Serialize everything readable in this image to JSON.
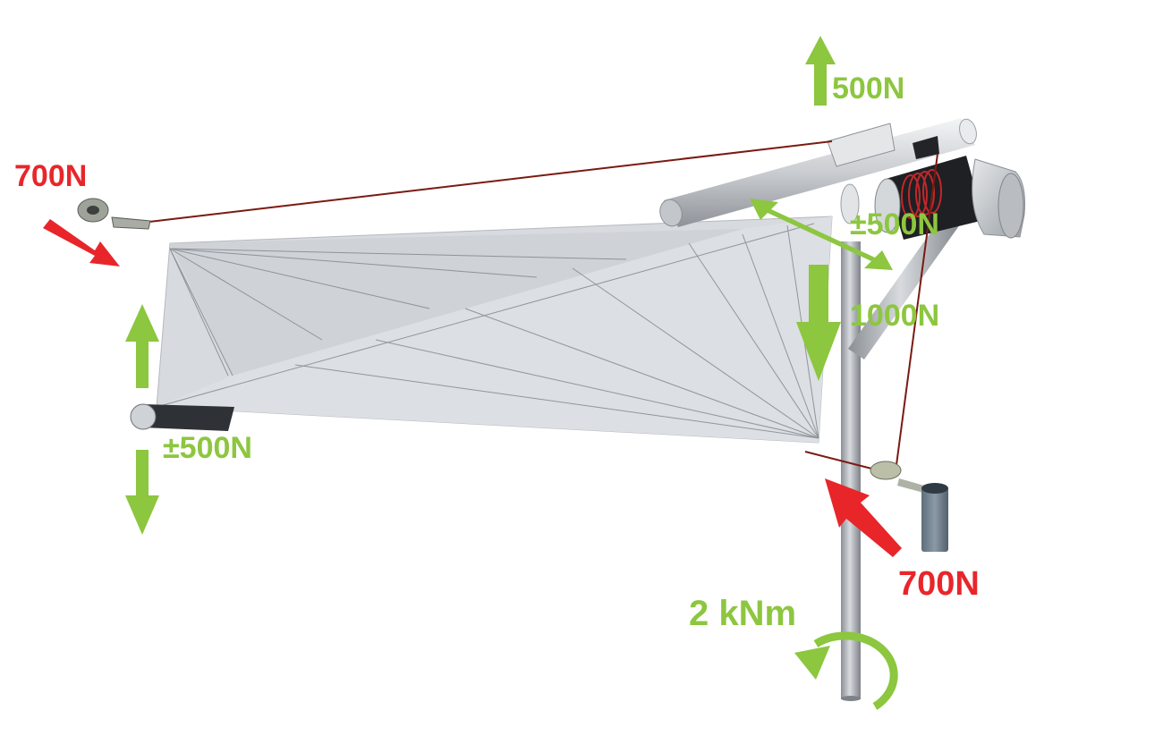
{
  "colors": {
    "force_green": "#8dc63f",
    "force_red": "#e8262a",
    "sail": "#d7dadf",
    "metal": "#a9aeb4",
    "rope": "#7a1a12"
  },
  "labels": {
    "top_uplift": "500N",
    "left_tension": "700N",
    "arm_load": "±500N",
    "pole_down": "1000N",
    "front_bar": "±500N",
    "right_tension": "700N",
    "torque": "2 kNm"
  },
  "icons": [
    "force-arrow-icon",
    "torque-arrow-icon",
    "pulley-icon",
    "motor-icon",
    "rope-anchor-icon"
  ]
}
